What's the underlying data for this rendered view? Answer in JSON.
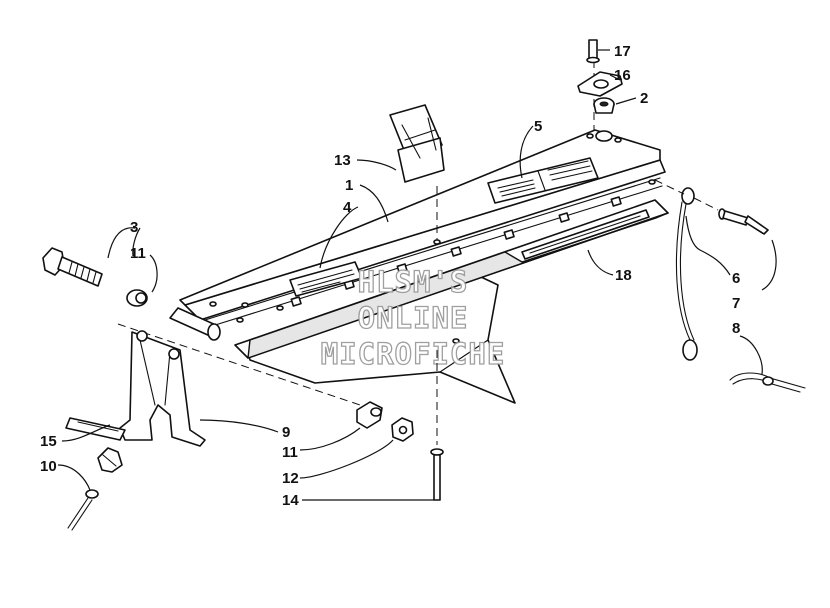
{
  "watermark": [
    "HLSM'S",
    "ONLINE",
    "MICROFICHE"
  ],
  "callouts": [
    {
      "id": "c17",
      "text": "17"
    },
    {
      "id": "c16",
      "text": "16"
    },
    {
      "id": "c2",
      "text": "2"
    },
    {
      "id": "c5",
      "text": "5"
    },
    {
      "id": "c13",
      "text": "13"
    },
    {
      "id": "c1",
      "text": "1"
    },
    {
      "id": "c4",
      "text": "4"
    },
    {
      "id": "c3",
      "text": "3"
    },
    {
      "id": "c11a",
      "text": "11"
    },
    {
      "id": "c18",
      "text": "18"
    },
    {
      "id": "c6",
      "text": "6"
    },
    {
      "id": "c7",
      "text": "7"
    },
    {
      "id": "c8",
      "text": "8"
    },
    {
      "id": "c9",
      "text": "9"
    },
    {
      "id": "c11b",
      "text": "11"
    },
    {
      "id": "c12",
      "text": "12"
    },
    {
      "id": "c15",
      "text": "15"
    },
    {
      "id": "c10",
      "text": "10"
    },
    {
      "id": "c14",
      "text": "14"
    }
  ]
}
